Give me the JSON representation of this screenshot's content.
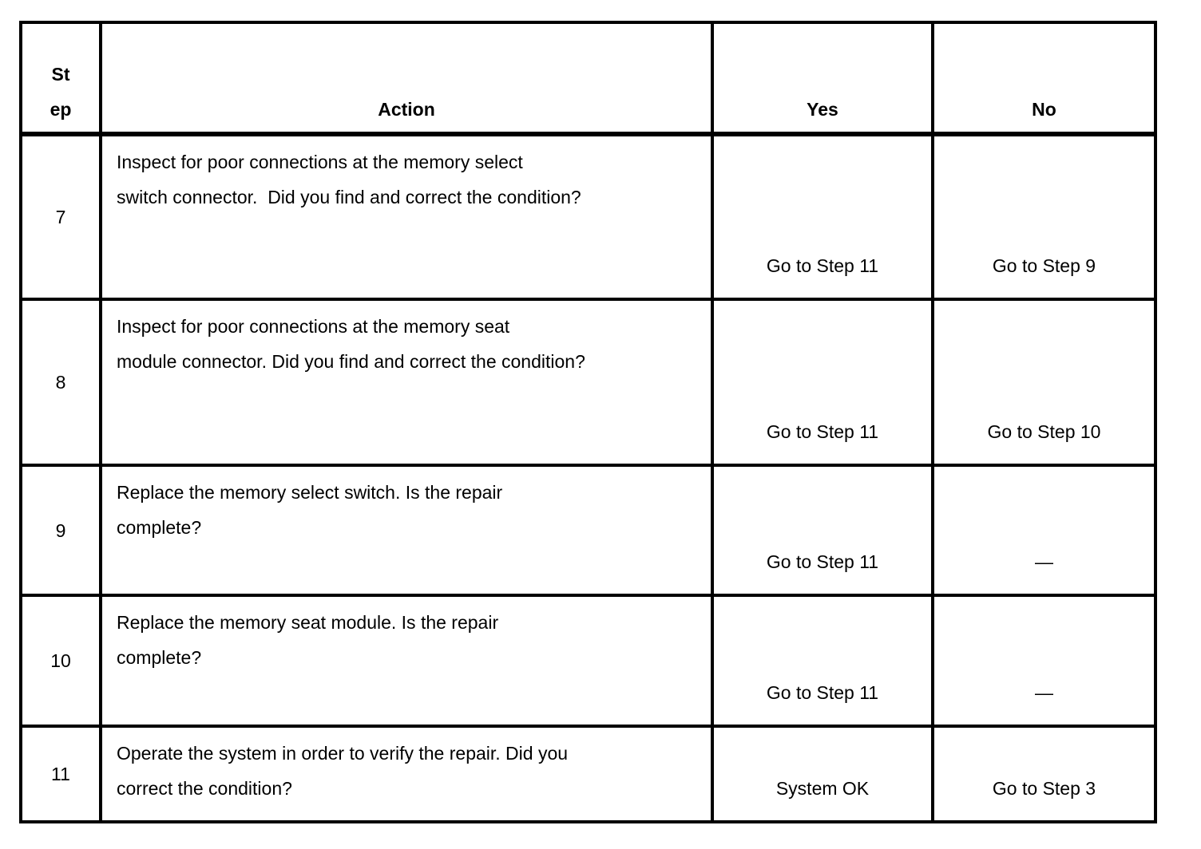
{
  "table": {
    "headers": {
      "step": "St\nep",
      "action": "Action",
      "yes": "Yes",
      "no": "No"
    },
    "rows": [
      {
        "step": "7",
        "action": "Inspect for poor connections at the memory select\nswitch connector.  Did you find and correct the condition?",
        "yes": "Go to Step 11",
        "no": "Go to Step 9"
      },
      {
        "step": "8",
        "action": "Inspect for poor connections at the memory seat\nmodule connector. Did you find and correct the condition?",
        "yes": "Go to Step 11",
        "no": "Go to Step 10"
      },
      {
        "step": "9",
        "action": "Replace the memory select switch. Is the repair\ncomplete?",
        "yes": "Go to Step 11",
        "no": "—"
      },
      {
        "step": "10",
        "action": "Replace the memory seat module. Is the repair\ncomplete?",
        "yes": "Go to Step 11",
        "no": "—"
      },
      {
        "step": "11",
        "action": "Operate the system in order to verify the repair. Did you\ncorrect the condition?",
        "yes": "System OK",
        "no": "Go to Step 3"
      }
    ],
    "colors": {
      "border": "#000000",
      "text": "#000000",
      "background": "#ffffff"
    }
  }
}
